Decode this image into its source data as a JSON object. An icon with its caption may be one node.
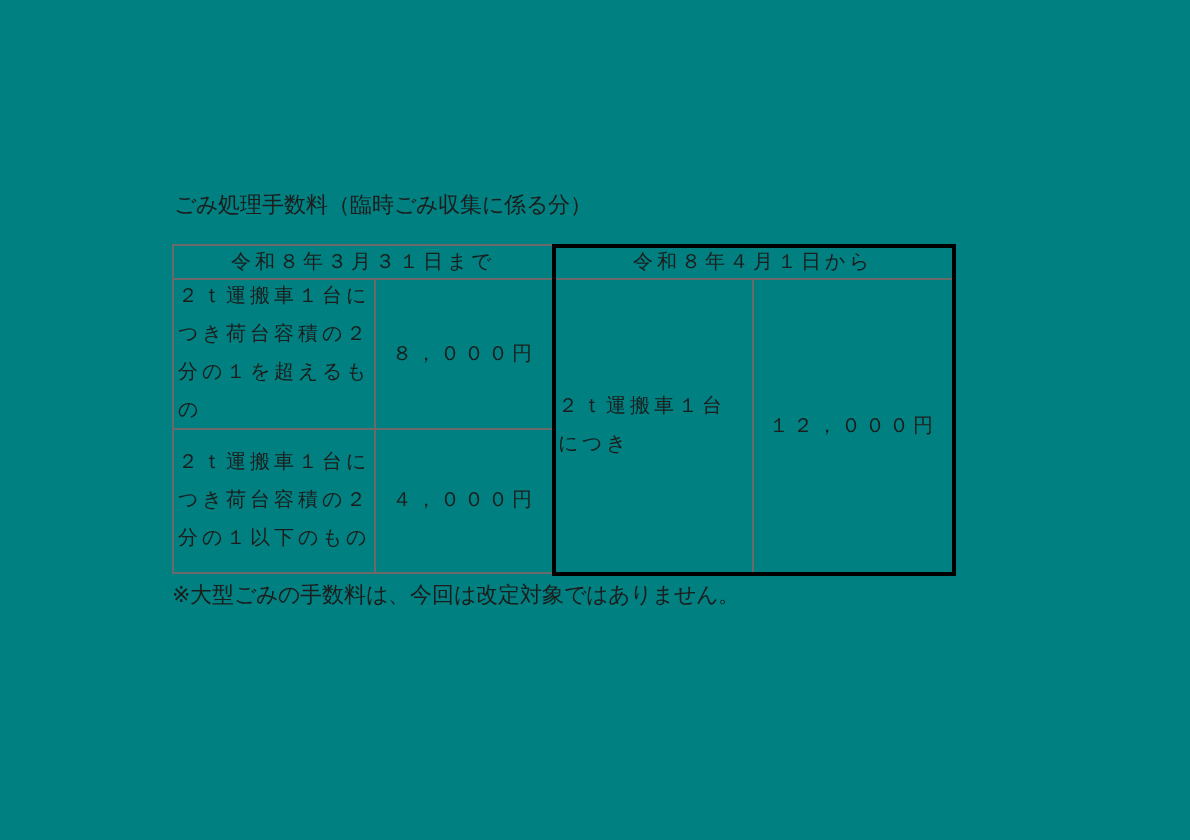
{
  "diagram": {
    "title": "ごみ処理手数料（臨時ごみ収集に係る分）",
    "labels": [
      "令和８年３月３１日まで",
      "令和８年４月１日から",
      "２ｔ運搬車１台につき荷台容積の２分の１を超えるもの",
      "８，０００円",
      "２ｔ運搬車１台につき",
      "１２，０００円",
      "２ｔ運搬車１台につき荷台容積の２分の１以下のもの",
      "４，０００円",
      "※大型ごみの手数料は、今回は改定対象ではありません。"
    ]
  }
}
